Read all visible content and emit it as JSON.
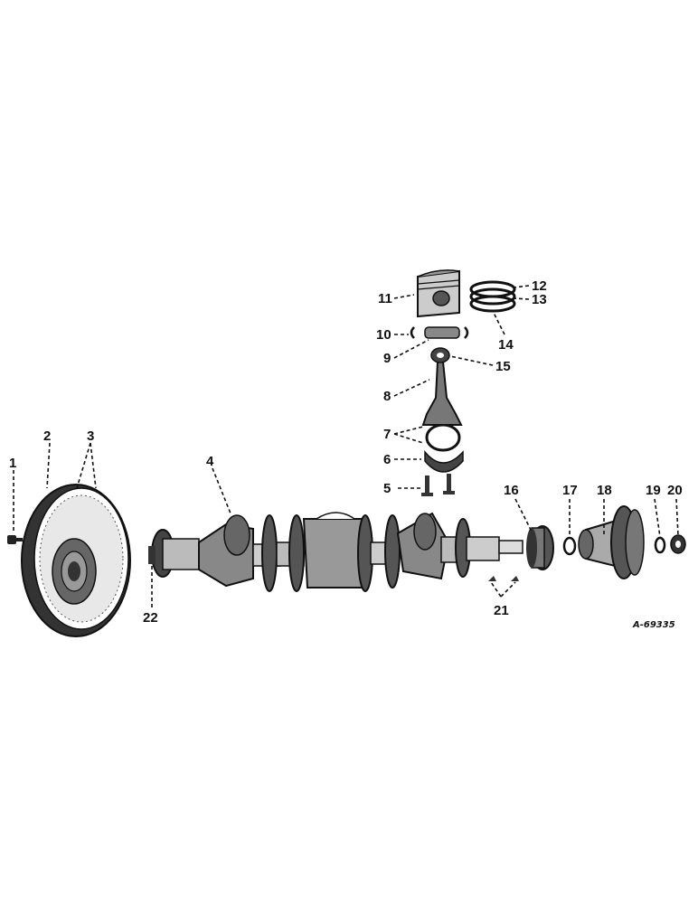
{
  "reference_number": "A-69335",
  "callouts": [
    {
      "id": "1",
      "text": "1"
    },
    {
      "id": "2",
      "text": "2"
    },
    {
      "id": "3",
      "text": "3"
    },
    {
      "id": "4",
      "text": "4"
    },
    {
      "id": "5",
      "text": "5"
    },
    {
      "id": "6",
      "text": "6"
    },
    {
      "id": "7",
      "text": "7"
    },
    {
      "id": "8",
      "text": "8"
    },
    {
      "id": "9",
      "text": "9"
    },
    {
      "id": "10",
      "text": "10"
    },
    {
      "id": "11",
      "text": "11"
    },
    {
      "id": "12",
      "text": "12"
    },
    {
      "id": "13",
      "text": "13"
    },
    {
      "id": "14",
      "text": "14"
    },
    {
      "id": "15",
      "text": "15"
    },
    {
      "id": "16",
      "text": "16"
    },
    {
      "id": "17",
      "text": "17"
    },
    {
      "id": "18",
      "text": "18"
    },
    {
      "id": "19",
      "text": "19"
    },
    {
      "id": "20",
      "text": "20"
    },
    {
      "id": "21",
      "text": "21"
    },
    {
      "id": "22",
      "text": "22"
    }
  ],
  "colors": {
    "ink": "#111111",
    "paper": "#ffffff",
    "shade": "#555555"
  }
}
